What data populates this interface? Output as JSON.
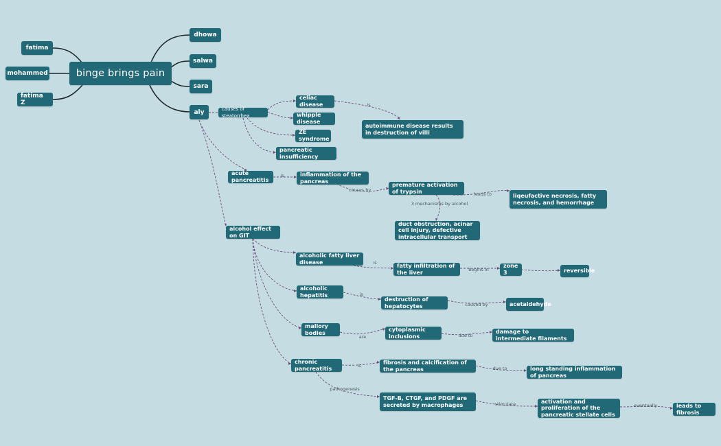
{
  "mindmap": {
    "center": "binge brings pain",
    "left_topics": [
      "fatima",
      "mohammed",
      "fatima Z"
    ],
    "right_topics": [
      "dhowa",
      "salwa",
      "sara",
      "aly"
    ]
  },
  "nodes": {
    "causes": "causes of steatorrhea",
    "celiac": "celiac disease",
    "autoimmune": "autoimmune disease results in destruction of villi",
    "whipple": "whipple disease",
    "ze": "ZE syndrome",
    "insuff": "pancreatic insufficiency",
    "acute": "acute pancreatitis",
    "inflam": "inflammation of the pancreas",
    "premature": "premature activation of trypsin",
    "necrosis": "liqeufactive necrosis, fatty necrosis, and hemorrhage",
    "duct": "duct obstruction, acinar cell injury, defective intracellular transport",
    "alcohol": "alcohol effect on GIT",
    "fatty_liver": "alcoholic fatty liver disease",
    "fatty_infil": "fatty infiltration of the liver",
    "zone3": "zone 3",
    "reversible": "reversible",
    "hepatitis": "alcoholic hepatitis",
    "destruction": "destruction of hepatocytes",
    "acetaldehyde": "acetaldehyde",
    "mallory": "mallory bodies",
    "cyto": "cytoplasmic inclusions",
    "damage": "damage to intermediate filaments",
    "chronic": "chronic pancreatitis",
    "fibrosis_calc": "fibrosis and calcification of the pancreas",
    "long_standing": "long standing inflammation of pancreas",
    "tgf": "TGF-B, CTGF, and PDGF are secreted by macrophages",
    "activation": "activation and proliferation of the pancreatic stellate cells",
    "leads_fibrosis": "leads to fibrosis"
  },
  "edge_labels": {
    "is1": "is",
    "is2": "is",
    "causes_by": "causes by",
    "leads_to": "leads to",
    "mechanisms": "3 mechanisms by alcohol",
    "is3": "is",
    "begins_in": "begins in",
    "is4": "is",
    "caused_by": "caused by",
    "are": "are",
    "due_to1": "due to",
    "is5": "is",
    "due_to2": "due to",
    "pathogenesis": "pathogenesis",
    "stimulate": "stimulate",
    "eventually": "eventually"
  },
  "colors": {
    "background": "#c5dde2",
    "node": "#226978",
    "connector": "#1d2a2e",
    "dashed": "#6b4e7a"
  }
}
